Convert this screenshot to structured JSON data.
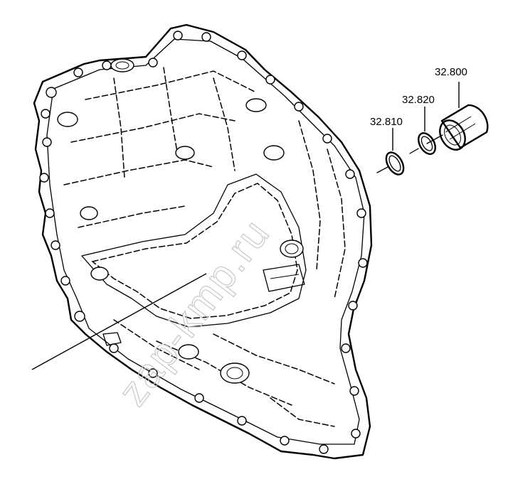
{
  "diagram": {
    "callouts": [
      {
        "id": "32.800",
        "label": "32.800"
      },
      {
        "id": "32.820",
        "label": "32.820"
      },
      {
        "id": "32.810",
        "label": "32.810"
      }
    ],
    "watermark": "zap-kmp.ru",
    "colors": {
      "line": "#000000",
      "background": "#ffffff",
      "watermark": "#c8c8c8"
    }
  }
}
